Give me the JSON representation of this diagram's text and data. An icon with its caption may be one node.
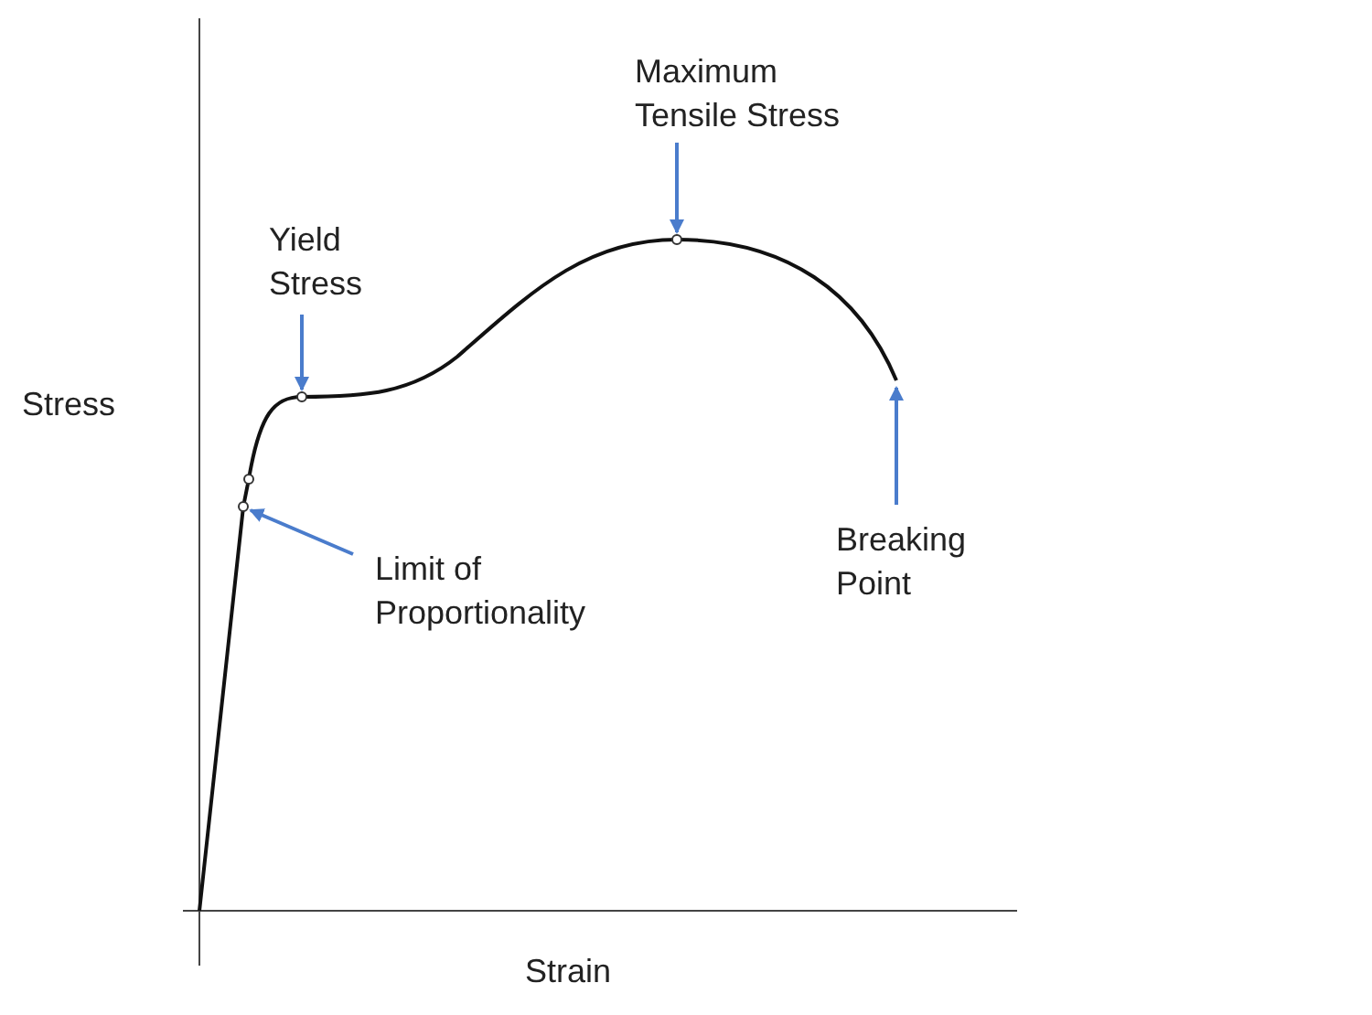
{
  "diagram": {
    "nodes": [
      {
        "text": [
          "Maximum Tensile Stress"
        ]
      },
      {
        "text": [],
        "shape": "circle"
      },
      {
        "text": [
          "Yield Stress"
        ]
      },
      {
        "text": [],
        "shape": "circle"
      },
      {
        "text": [
          "Limit of Proportionality"
        ]
      },
      {
        "text": [],
        "shape": "circle"
      },
      {
        "text": [
          "Breaking Point"
        ]
      }
    ],
    "edges": [
      {
        "from": 0,
        "to": 1,
        "arrow": "to"
      },
      {
        "from": 2,
        "to": 3,
        "arrow": "to"
      },
      {
        "from": 4,
        "to": 5,
        "arrow": "to"
      },
      {
        "from": 6,
        "to": null,
        "arrow": "to"
      }
    ],
    "labels": [
      "Stress",
      "Strain"
    ]
  }
}
